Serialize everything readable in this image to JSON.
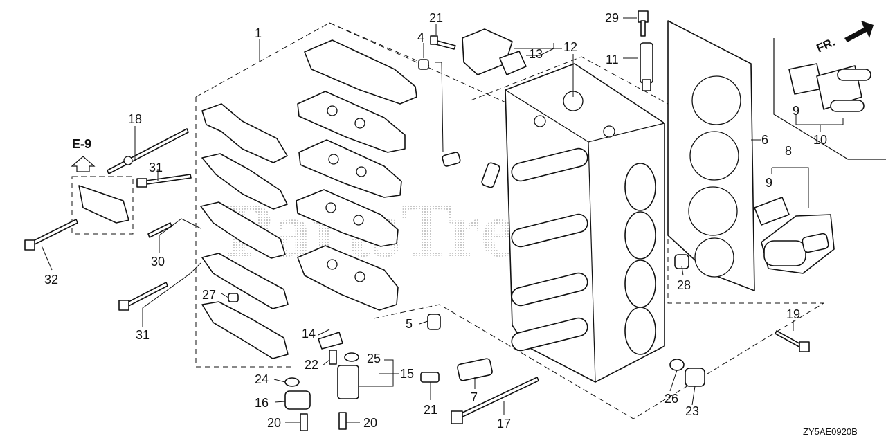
{
  "diagram": {
    "section_ref": "E-9",
    "front_indicator": "FR.",
    "drawing_code": "ZY5AE0920B",
    "watermark": "PartsTree"
  },
  "callouts": [
    {
      "id": "1",
      "label": "1"
    },
    {
      "id": "4",
      "label": "4"
    },
    {
      "id": "21a",
      "label": "21"
    },
    {
      "id": "12",
      "label": "12"
    },
    {
      "id": "13",
      "label": "13"
    },
    {
      "id": "29",
      "label": "29"
    },
    {
      "id": "11",
      "label": "11"
    },
    {
      "id": "18",
      "label": "18"
    },
    {
      "id": "31a",
      "label": "31"
    },
    {
      "id": "30",
      "label": "30"
    },
    {
      "id": "32",
      "label": "32"
    },
    {
      "id": "27",
      "label": "27"
    },
    {
      "id": "31b",
      "label": "31"
    },
    {
      "id": "6",
      "label": "6"
    },
    {
      "id": "8",
      "label": "8"
    },
    {
      "id": "9a",
      "label": "9"
    },
    {
      "id": "9b",
      "label": "9"
    },
    {
      "id": "10",
      "label": "10"
    },
    {
      "id": "28",
      "label": "28"
    },
    {
      "id": "19",
      "label": "19"
    },
    {
      "id": "5",
      "label": "5"
    },
    {
      "id": "14",
      "label": "14"
    },
    {
      "id": "25",
      "label": "25"
    },
    {
      "id": "15",
      "label": "15"
    },
    {
      "id": "22",
      "label": "22"
    },
    {
      "id": "24",
      "label": "24"
    },
    {
      "id": "16",
      "label": "16"
    },
    {
      "id": "20a",
      "label": "20"
    },
    {
      "id": "20b",
      "label": "20"
    },
    {
      "id": "21b",
      "label": "21"
    },
    {
      "id": "7",
      "label": "7"
    },
    {
      "id": "17",
      "label": "17"
    },
    {
      "id": "26",
      "label": "26"
    },
    {
      "id": "23",
      "label": "23"
    }
  ]
}
